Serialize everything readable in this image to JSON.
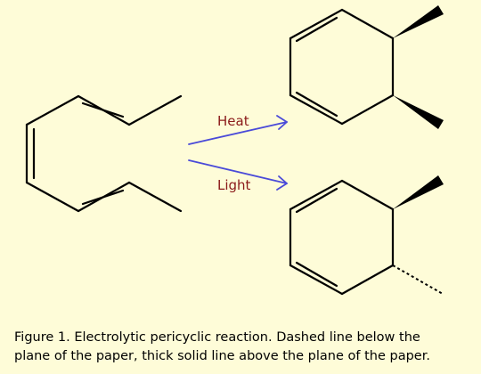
{
  "reaction": {
    "arrow_labels": {
      "heat": "Heat",
      "light": "Light"
    }
  },
  "caption": {
    "line1": "Figure 1. Electrolytic pericyclic reaction. Dashed line below the",
    "line2": "plane of the paper, thick solid line above the plane of the paper."
  },
  "colors": {
    "background": "#fefcd8",
    "bonds": "#000000",
    "arrows": "#4a4ad8",
    "labels": "#8b1a1a",
    "caption": "#000000"
  }
}
